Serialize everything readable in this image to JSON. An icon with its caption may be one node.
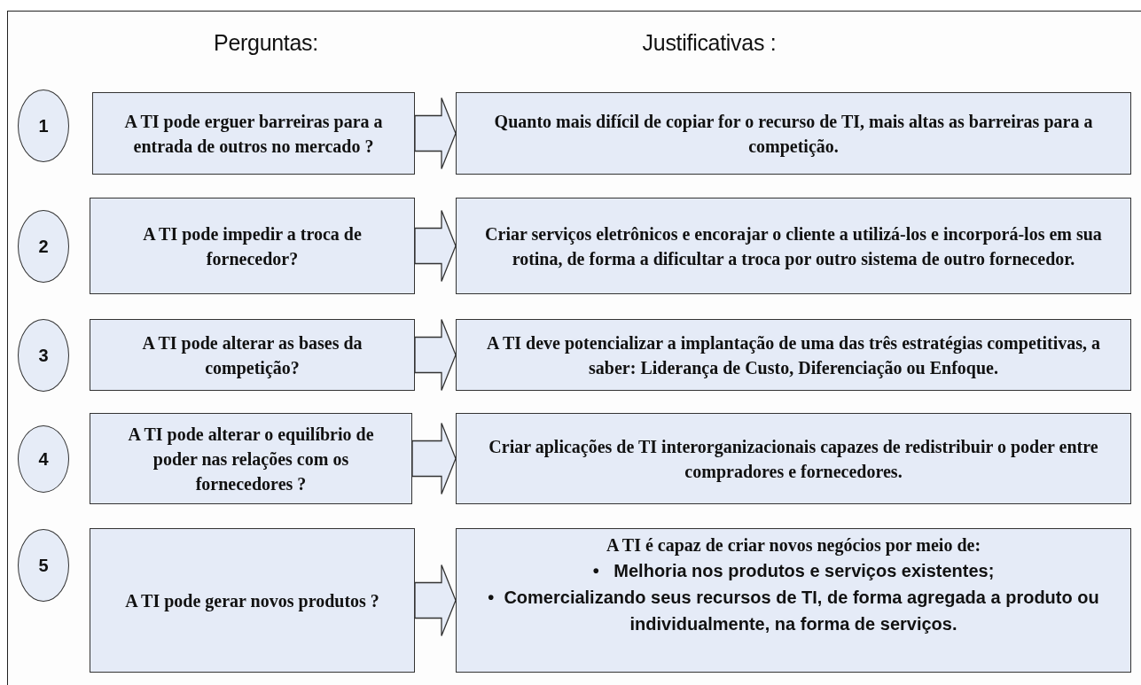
{
  "diagram": {
    "nodes": [
      {
        "text": [
          "1"
        ]
      },
      {
        "text": [
          "A TI pode erguer barreiras para a entrada de outros no mercado ?"
        ]
      },
      {
        "text": [
          "Quanto mais difícil de copiar for o recurso de TI, mais altas as barreiras para a competição."
        ]
      },
      {
        "text": [
          "2"
        ]
      },
      {
        "text": [
          "A TI pode impedir a troca de fornecedor?"
        ]
      },
      {
        "text": [
          "Criar serviços eletrônicos e encorajar o cliente a utilizá-los e incorporá-los em sua rotina, de forma a dificultar a troca por outro sistema de outro fornecedor."
        ]
      },
      {
        "text": [
          "3"
        ]
      },
      {
        "text": [
          "A TI pode alterar as bases da competição?"
        ]
      },
      {
        "text": [
          "A TI deve potencializar a implantação de uma das três estratégias competitivas, a saber: Liderança de Custo, Diferenciação ou Enfoque."
        ]
      },
      {
        "text": [
          "4"
        ]
      },
      {
        "text": [
          "A TI pode alterar o equilíbrio de poder nas relações com os fornecedores ?"
        ]
      },
      {
        "text": [
          "Criar aplicações de TI interorganizacionais capazes de redistribuir o poder entre compradores e fornecedores."
        ]
      },
      {
        "text": [
          "5"
        ]
      },
      {
        "text": [
          "A TI pode gerar novos produtos ?"
        ]
      },
      {
        "text": [
          "A TI é capaz de criar novos negócios por meio de:",
          "•   Melhoria nos produtos e serviços existentes;",
          "•  Comercializando seus recursos de TI, de forma agregada a produto ou individualmente, na forma de serviços."
        ]
      }
    ],
    "edges": [
      {
        "from": 1,
        "to": 2,
        "arrow": "to"
      },
      {
        "from": 4,
        "to": 5,
        "arrow": "to"
      },
      {
        "from": 7,
        "to": 8,
        "arrow": "to"
      },
      {
        "from": 10,
        "to": 11,
        "arrow": "to"
      },
      {
        "from": 13,
        "to": 14,
        "arrow": "to"
      }
    ],
    "labels": [
      "Perguntas:",
      "Justificativas :"
    ]
  }
}
